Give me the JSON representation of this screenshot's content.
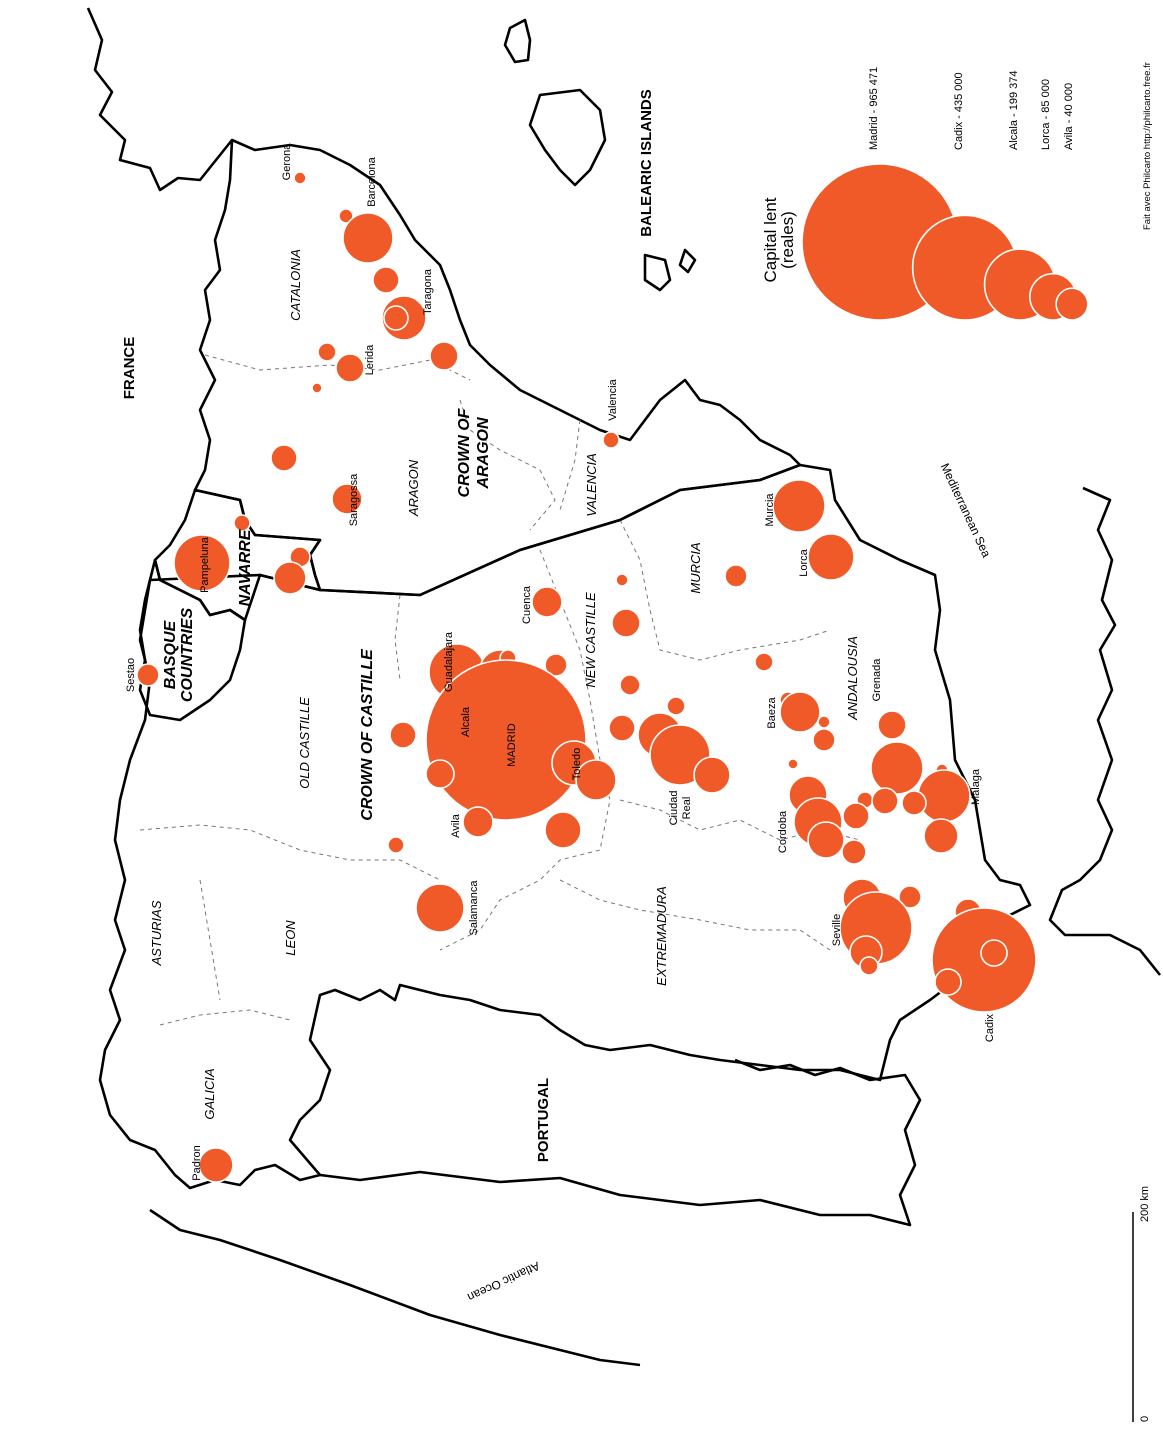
{
  "countries": {
    "france": "FRANCE",
    "portugal": "PORTUGAL"
  },
  "islands": {
    "balearic": "BALEARIC ISLANDS"
  },
  "seas": {
    "atlantic": "Atlantic Ocean",
    "mediterranean": "Mediterranean Sea"
  },
  "crowns": {
    "castille": "CROWN OF CASTILLE",
    "aragon_line1": "CROWN OF",
    "aragon_line2": "ARAGON"
  },
  "special_regions": {
    "basque_line1": "BASQUE",
    "basque_line2": "COUNTRIES",
    "navarre": "NAVARRE"
  },
  "regions": {
    "catalonia": "CATALONIA",
    "aragon": "ARAGON",
    "valencia": "VALENCIA",
    "murcia": "MURCIA",
    "new_castile": "NEW CASTILLE",
    "old_castile": "OLD CASTILLE",
    "andalousia": "ANDALOUSIA",
    "extremadura": "EXTREMADURA",
    "leon": "LEON",
    "asturias": "ASTURIAS",
    "galicia": "GALICIA"
  },
  "cities": {
    "gerona": "Gerona",
    "barcelona": "Barcelona",
    "taragona": "Taragona",
    "lerida": "Lerida",
    "valencia": "Valencia",
    "saragossa": "Saragossa",
    "pampeluna": "Pampeluna",
    "sestao": "Sestao",
    "guadalajara": "Guadalajara",
    "cuenca": "Cuenca",
    "alcala": "Alcala",
    "madrid": "MADRID",
    "toledo": "Toledo",
    "avila": "Avila",
    "salamanca": "Salamanca",
    "ciudad_real_line1": "Ciudad",
    "ciudad_real_line2": "Real",
    "murcia": "Murcia",
    "lorca": "Lorca",
    "baeza": "Baeza",
    "grenada": "Grenada",
    "malaga": "Malaga",
    "cordoba": "Cordoba",
    "seville": "Seville",
    "cadix": "Cadix",
    "padron": "Padron"
  },
  "legend": {
    "title_line1": "Capital lent",
    "title_line2": "(reales)",
    "items": [
      {
        "label": "Madrid - 965 471",
        "value": 965471
      },
      {
        "label": "Cadix - 435 000",
        "value": 435000
      },
      {
        "label": "Alcala - 199 374",
        "value": 199374
      },
      {
        "label": "Lorca - 85 000",
        "value": 85000
      },
      {
        "label": "Avila - 40 000",
        "value": 40000
      }
    ]
  },
  "scale": {
    "zero": "0",
    "distance": "200 km"
  },
  "credit": "Fait avec Philcarto http://philcarto.free.fr",
  "colors": {
    "castille": "#e8dfd6",
    "aragon": "#e6eedf",
    "navarre": "#faf3d2",
    "basque": "#dbe9f1",
    "islands": "#e6eedf",
    "bubble": "#ef5a28"
  }
}
